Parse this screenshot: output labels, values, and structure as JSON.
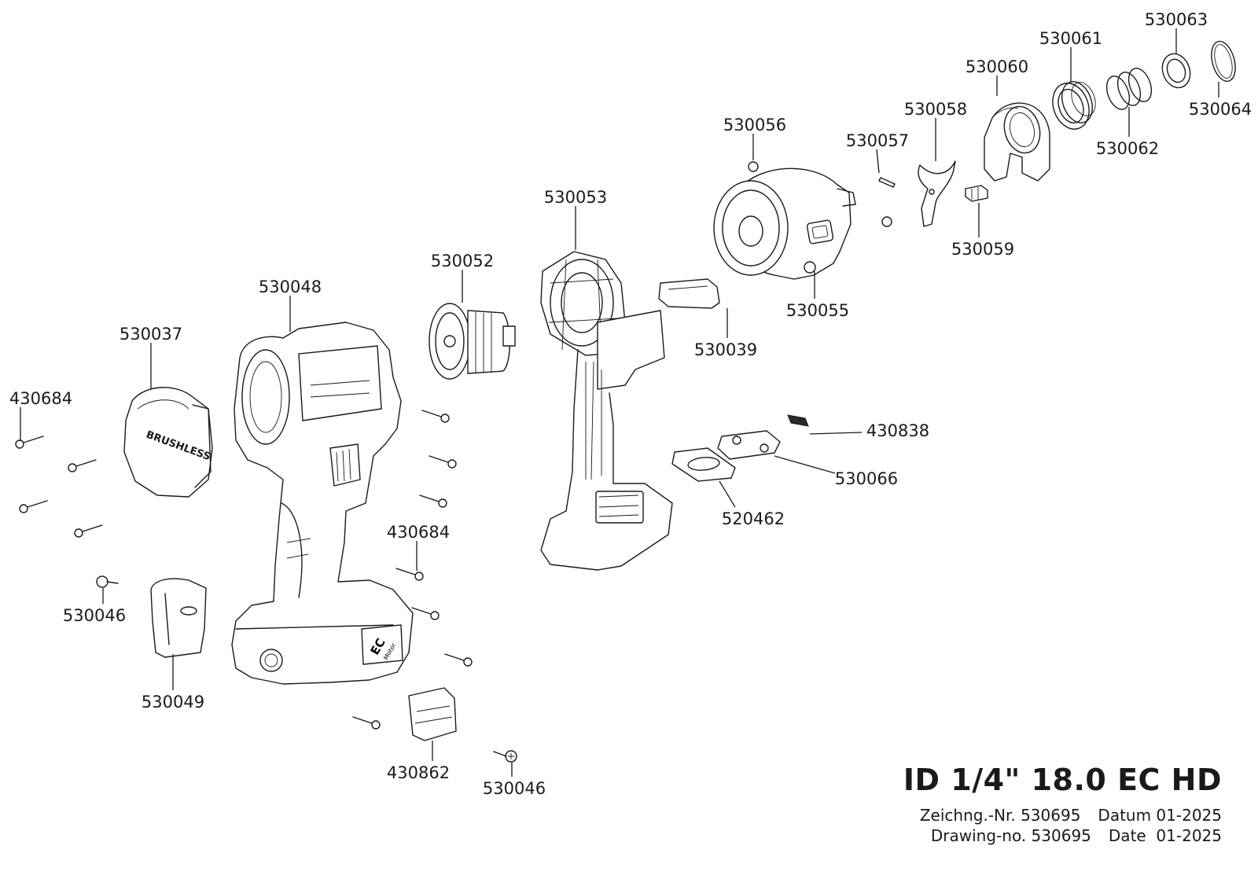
{
  "labels": {
    "p530063": "530063",
    "p530061": "530061",
    "p530060": "530060",
    "p530064": "530064",
    "p530058": "530058",
    "p530062": "530062",
    "p530056": "530056",
    "p530057": "530057",
    "p530053": "530053",
    "p530059": "530059",
    "p530052": "530052",
    "p530048": "530048",
    "p530055": "530055",
    "p530037": "530037",
    "p530039": "530039",
    "p430684a": "430684",
    "p430838": "430838",
    "p530066": "530066",
    "p520462": "520462",
    "p430684b": "430684",
    "p530046a": "530046",
    "p530049": "530049",
    "p430862": "430862",
    "p530046b": "530046"
  },
  "embossed": {
    "cover_text": "BRUSHLESS",
    "motor_badge_top": "EC",
    "motor_badge_bottom": "Motor"
  },
  "title_block": {
    "title": "ID 1/4\" 18.0 EC HD",
    "drawing_no_de_label": "Zeichng.-Nr. 530695",
    "date_de_label": "Datum 01-2025",
    "drawing_no_en_label": "Drawing-no. 530695",
    "date_en_label": "Date  01-2025"
  }
}
